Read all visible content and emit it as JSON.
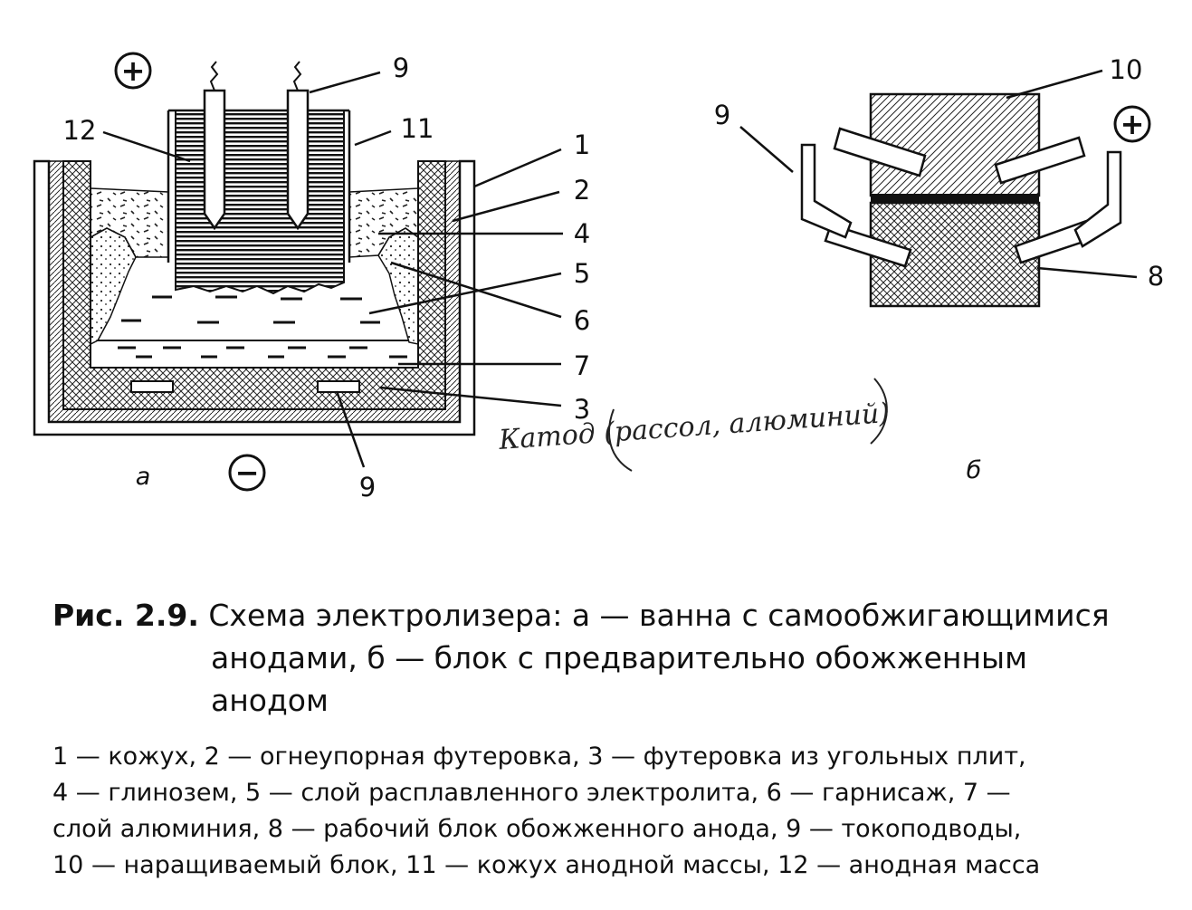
{
  "figure_a": {
    "plus_sign": "+",
    "minus_sign": "−",
    "sub_label": "а",
    "callouts": {
      "n1": "1",
      "n2": "2",
      "n3": "3",
      "n4": "4",
      "n5": "5",
      "n6": "6",
      "n7": "7",
      "n9_top": "9",
      "n9_bottom": "9",
      "n11": "11",
      "n12": "12"
    },
    "handwritten_note": "Катод (рассол, алюминий)"
  },
  "figure_b": {
    "plus_sign": "+",
    "sub_label": "б",
    "callouts": {
      "n8": "8",
      "n9": "9",
      "n10": "10"
    }
  },
  "caption": {
    "prefix": "Рис. 2.9.",
    "line1": " Схема электролизера: а — ванна с самообжигающимися",
    "line2": "анодами, б — блок с предварительно обожженным",
    "line3": "анодом"
  },
  "legend": {
    "line1": "1 — кожух, 2 — огнеупорная футеровка, 3 — футеровка из угольных плит,",
    "line2": "4 — глинозем, 5 — слой расплавленного электролита, 6 — гарнисаж, 7 —",
    "line3": "слой алюминия, 8 — рабочий блок обожженного анода, 9 — токоподводы,",
    "line4": "10 — наращиваемый блок, 11 — кожух анодной массы, 12 — анодная масса"
  }
}
